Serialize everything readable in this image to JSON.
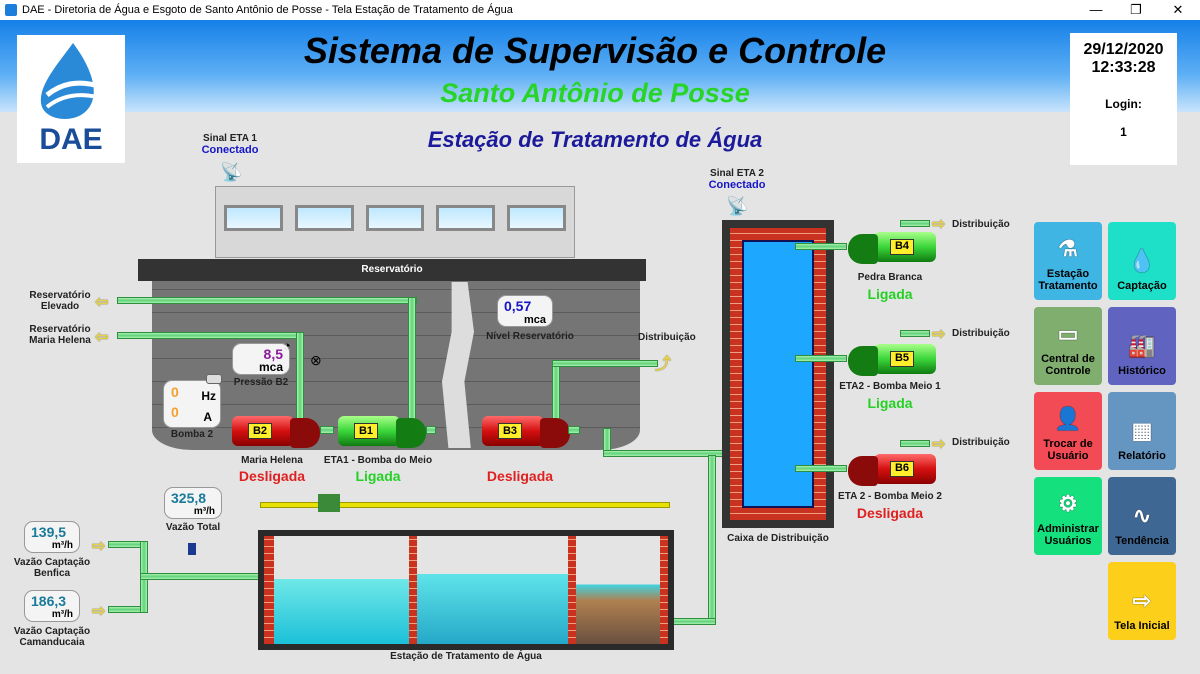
{
  "window": {
    "title": "DAE - Diretoria de Água e Esgoto de Santo Antônio de Posse - Tela Estação de Tratamento de Água",
    "minimize": "—",
    "restore": "❐",
    "close": "✕"
  },
  "header": {
    "logo_text": "DAE",
    "title": "Sistema de Supervisão e Controle",
    "subtitle": "Santo Antônio de Posse",
    "screen_title": "Estação de Tratamento de Água",
    "date": "29/12/2020",
    "time": "12:33:28",
    "login_label": "Login:",
    "login_value": "1"
  },
  "signals": {
    "eta1_label": "Sinal ETA 1",
    "eta1_status": "Conectado",
    "eta2_label": "Sinal ETA 2",
    "eta2_status": "Conectado"
  },
  "reservoir": {
    "label": "Reservatório",
    "level_value": "0,57",
    "level_unit": "mca",
    "level_label": "Nível Reservatório"
  },
  "outlets": {
    "elevado_1": "Reservatório",
    "elevado_2": "Elevado",
    "mh_1": "Reservatório",
    "mh_2": "Maria Helena",
    "distribution": "Distribuição"
  },
  "pressure_b2": {
    "value": "8,5",
    "unit": "mca",
    "label": "Pressão B2"
  },
  "bomba2": {
    "hz_value": "0",
    "hz_unit": "Hz",
    "a_value": "0",
    "a_unit": "A",
    "label": "Bomba 2"
  },
  "pumps": [
    {
      "tag": "B2",
      "name": "Maria Helena",
      "state": "Desligada"
    },
    {
      "tag": "B1",
      "name": "ETA1 - Bomba do Meio",
      "state": "Ligada"
    },
    {
      "tag": "B3",
      "name": "",
      "state": "Desligada"
    },
    {
      "tag": "B4",
      "name": "Pedra Branca",
      "state": "Ligada"
    },
    {
      "tag": "B5",
      "name": "ETA2 - Bomba Meio 1",
      "state": "Ligada"
    },
    {
      "tag": "B6",
      "name": "ETA 2 - Bomba Meio 2",
      "state": "Desligada"
    }
  ],
  "flows": {
    "total_value": "325,8",
    "total_unit": "m³/h",
    "total_label": "Vazão Total",
    "benfica_value": "139,5",
    "benfica_unit": "m³/h",
    "benfica_l1": "Vazão Captação",
    "benfica_l2": "Benfica",
    "cam_value": "186,3",
    "cam_unit": "m³/h",
    "cam_l1": "Vazão Captação",
    "cam_l2": "Camanducaia"
  },
  "labels": {
    "caixa": "Caixa de Distribuição",
    "eta": "Estação de Tratamento de Água"
  },
  "nav": [
    {
      "label1": "Estação",
      "label2": "Tratamento",
      "icon": "lab-flask-icon",
      "color": "#3fb5e3"
    },
    {
      "label1": "Captação",
      "label2": "",
      "icon": "water-drop-icon",
      "color": "#1ee0c8"
    },
    {
      "label1": "Central de",
      "label2": "Controle",
      "icon": "monitor-icon",
      "color": "#7fae6e"
    },
    {
      "label1": "Histórico",
      "label2": "",
      "icon": "factory-icon",
      "color": "#6064c0"
    },
    {
      "label1": "Trocar de",
      "label2": "Usuário",
      "icon": "user-icon",
      "color": "#f24b55"
    },
    {
      "label1": "Relatório",
      "label2": "",
      "icon": "grid-icon",
      "color": "#6596c2"
    },
    {
      "label1": "Administrar",
      "label2": "Usuários",
      "icon": "gears-icon",
      "color": "#15e07e"
    },
    {
      "label1": "Tendência",
      "label2": "",
      "icon": "sine-wave-icon",
      "color": "#3f6794"
    },
    {
      "label1": "Tela Inicial",
      "label2": "",
      "icon": "arrow-right-icon",
      "color": "#fccf1a"
    }
  ]
}
